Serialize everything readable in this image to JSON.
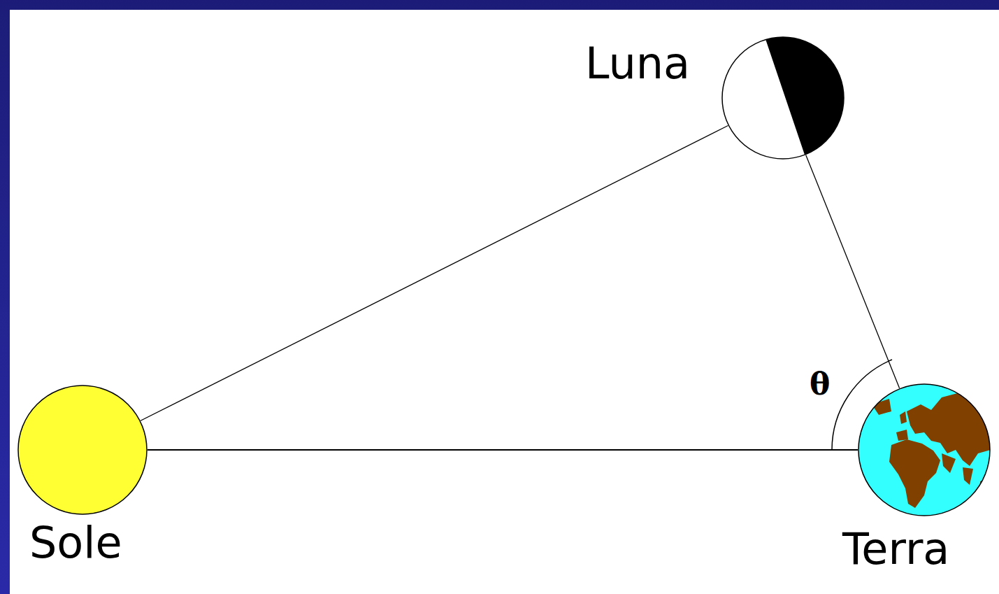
{
  "diagram": {
    "nodes": [
      {
        "text": [
          "Luna"
        ]
      },
      {
        "text": [
          "Sole"
        ]
      },
      {
        "text": [
          "Terra"
        ]
      }
    ],
    "edges": [
      {
        "from": 1,
        "to": 0,
        "arrow": "none"
      },
      {
        "from": 1,
        "to": 2,
        "arrow": "none"
      },
      {
        "from": 0,
        "to": 2,
        "arrow": "none"
      }
    ],
    "labels": [
      "θ"
    ]
  }
}
